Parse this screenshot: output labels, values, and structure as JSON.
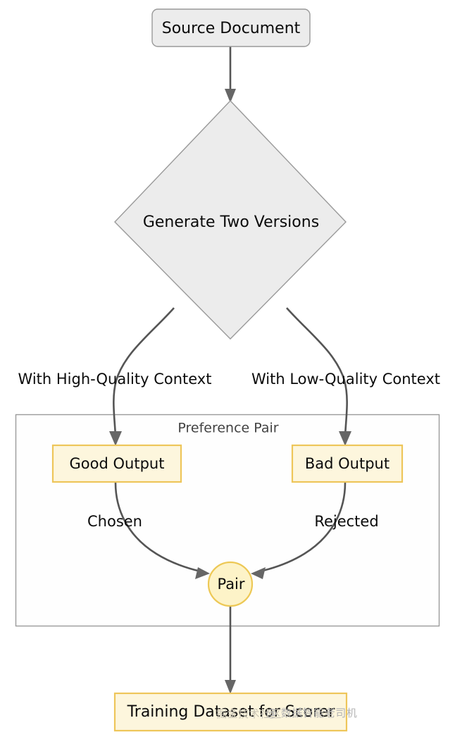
{
  "diagram": {
    "type": "flowchart",
    "direction": "top-down",
    "title": "",
    "theme": {
      "node_gray_fill": "#ececec",
      "node_gray_stroke": "#999999",
      "node_yellow_fill": "#fdf6dd",
      "node_yellow_stroke": "#eec65a",
      "circle_fill": "#fdf3c8",
      "circle_stroke": "#edc855",
      "edge_color": "#555555",
      "arrow_color": "#666666",
      "subgraph_stroke": "#9b9b9b",
      "subgraph_fill": "#fefefe",
      "text_color": "#0b0b0b",
      "subgraph_title_color": "#424242",
      "watermark_color": "#b4b4b4"
    },
    "nodes": [
      {
        "id": "source",
        "label": "Source Document",
        "shape": "rounded-rect"
      },
      {
        "id": "generate",
        "label": "Generate Two Versions",
        "shape": "diamond"
      },
      {
        "id": "good",
        "label": "Good Output",
        "shape": "rect"
      },
      {
        "id": "bad",
        "label": "Bad Output",
        "shape": "rect"
      },
      {
        "id": "pair",
        "label": "Pair",
        "shape": "circle"
      },
      {
        "id": "dataset",
        "label": "Training Dataset for Scorer",
        "shape": "rect"
      }
    ],
    "subgraphs": [
      {
        "id": "pref",
        "title": "Preference Pair",
        "members": [
          "good",
          "bad",
          "pair"
        ]
      }
    ],
    "edges": [
      {
        "from": "source",
        "to": "generate",
        "label": ""
      },
      {
        "from": "generate",
        "to": "good",
        "label": "With High-Quality Context"
      },
      {
        "from": "generate",
        "to": "bad",
        "label": "With Low-Quality Context"
      },
      {
        "from": "good",
        "to": "pair",
        "label": "Chosen"
      },
      {
        "from": "bad",
        "to": "pair",
        "label": "Rejected"
      },
      {
        "from": "pair",
        "to": "dataset",
        "label": ""
      }
    ]
  },
  "watermark": {
    "text": "掘金技术社区 @ 数据智能老司机",
    "community": "掘金技术社区",
    "handle": "@ 数据智能老司机"
  }
}
